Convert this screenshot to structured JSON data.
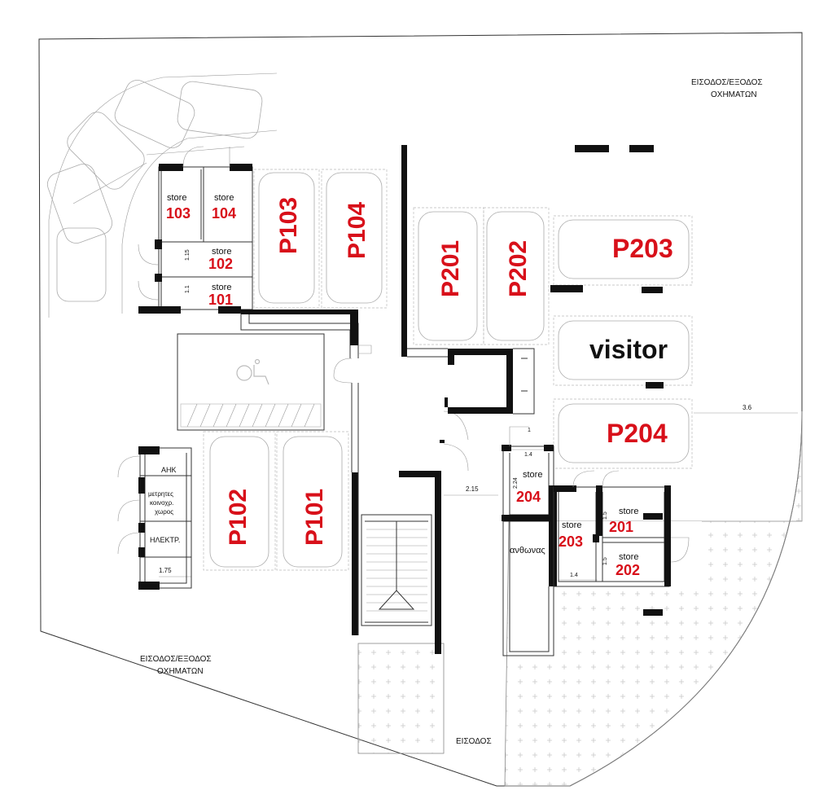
{
  "entrances": {
    "vehicles_top": [
      "ΕΙΣΟΔΟΣ/ΕΞΟΔΟΣ",
      "ΟΧΗΜΑΤΩΝ"
    ],
    "vehicles_bottom": [
      "ΕΙΣΟΔΟΣ/ΕΞΟΔΟΣ",
      "ΟΧΗΜΑΤΩΝ"
    ],
    "pedestrian": "ΕΙΣΟΔΟΣ"
  },
  "parking": {
    "p103": "P103",
    "p104": "P104",
    "p201": "P201",
    "p202": "P202",
    "p203": "P203",
    "visitor": "visitor",
    "p204": "P204",
    "p102": "P102",
    "p101": "P101"
  },
  "stores": {
    "word": "store",
    "s103": "103",
    "s104": "104",
    "s102": "102",
    "s101": "101",
    "s204": "204",
    "s203": "203",
    "s201": "201",
    "s202": "202"
  },
  "rooms": {
    "ahk": "ΑΗΚ",
    "meters": [
      "μετρητες",
      "κοινοχρ.",
      "χωρος"
    ],
    "electric": "ΗΛΕΚΤΡ.",
    "garden": "ανθωνας"
  },
  "dimensions": {
    "d115": "1.15",
    "d11": "1.1",
    "d175": "1.75",
    "d36": "3.6",
    "d215": "2.15",
    "d14a": "1.4",
    "d224": "2.24",
    "d14b": "1.4",
    "d15a": "1.5",
    "d15b": "1.5",
    "d1": "1"
  }
}
